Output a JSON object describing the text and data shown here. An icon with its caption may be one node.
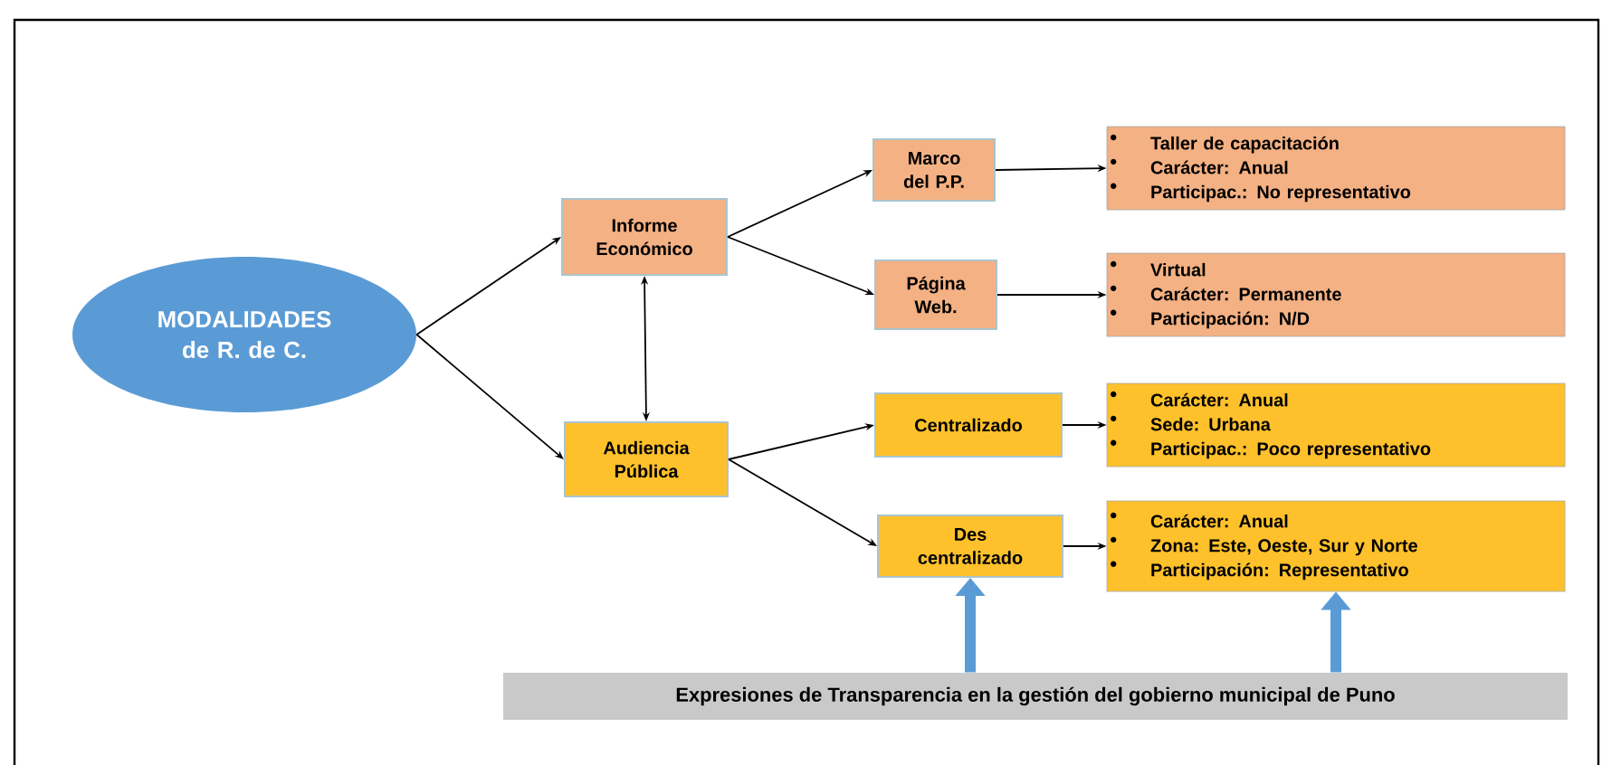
{
  "diagram": {
    "nodes": [
      {
        "text": [
          "MODALIDADES de R. de C."
        ]
      },
      {
        "text": [
          "Informe Económico"
        ]
      },
      {
        "text": [
          "Audiencia Pública"
        ]
      },
      {
        "text": [
          "Marco del P.P."
        ]
      },
      {
        "text": [
          "Página Web."
        ]
      },
      {
        "text": [
          "Centralizado"
        ]
      },
      {
        "text": [
          "Des centralizado"
        ]
      },
      {
        "text": [
          "Taller de capacitación",
          "Carácter: Anual",
          "Participac.: No representativo"
        ]
      },
      {
        "text": [
          "Virtual",
          "Carácter: Permanente",
          "Participación: N/D"
        ]
      },
      {
        "text": [
          "Carácter: Anual",
          "Sede: Urbana",
          "Participac.: Poco representativo"
        ]
      },
      {
        "text": [
          "Carácter: Anual",
          "Zona: Este, Oeste, Sur y Norte",
          "Participación: Representativo"
        ]
      },
      {
        "text": [
          "Expresiones de Transparencia en la gestión del gobierno municipal de Puno"
        ]
      }
    ],
    "edges": [
      {
        "from": 0,
        "to": 1,
        "arrow": "to"
      },
      {
        "from": 0,
        "to": 2,
        "arrow": "to"
      },
      {
        "from": 1,
        "to": 2,
        "arrow": "both"
      },
      {
        "from": 1,
        "to": 3,
        "arrow": "to"
      },
      {
        "from": 1,
        "to": 4,
        "arrow": "to"
      },
      {
        "from": 2,
        "to": 5,
        "arrow": "to"
      },
      {
        "from": 2,
        "to": 6,
        "arrow": "to"
      },
      {
        "from": 3,
        "to": 7,
        "arrow": "to"
      },
      {
        "from": 4,
        "to": 8,
        "arrow": "to"
      },
      {
        "from": 5,
        "to": 9,
        "arrow": "to"
      },
      {
        "from": 6,
        "to": 10,
        "arrow": "to"
      },
      {
        "from": 11,
        "to": 6,
        "arrow": "to",
        "style": "thick",
        "color": "#5b9bd5"
      },
      {
        "from": 11,
        "to": 10,
        "arrow": "to",
        "style": "thick",
        "color": "#5b9bd5"
      }
    ]
  }
}
